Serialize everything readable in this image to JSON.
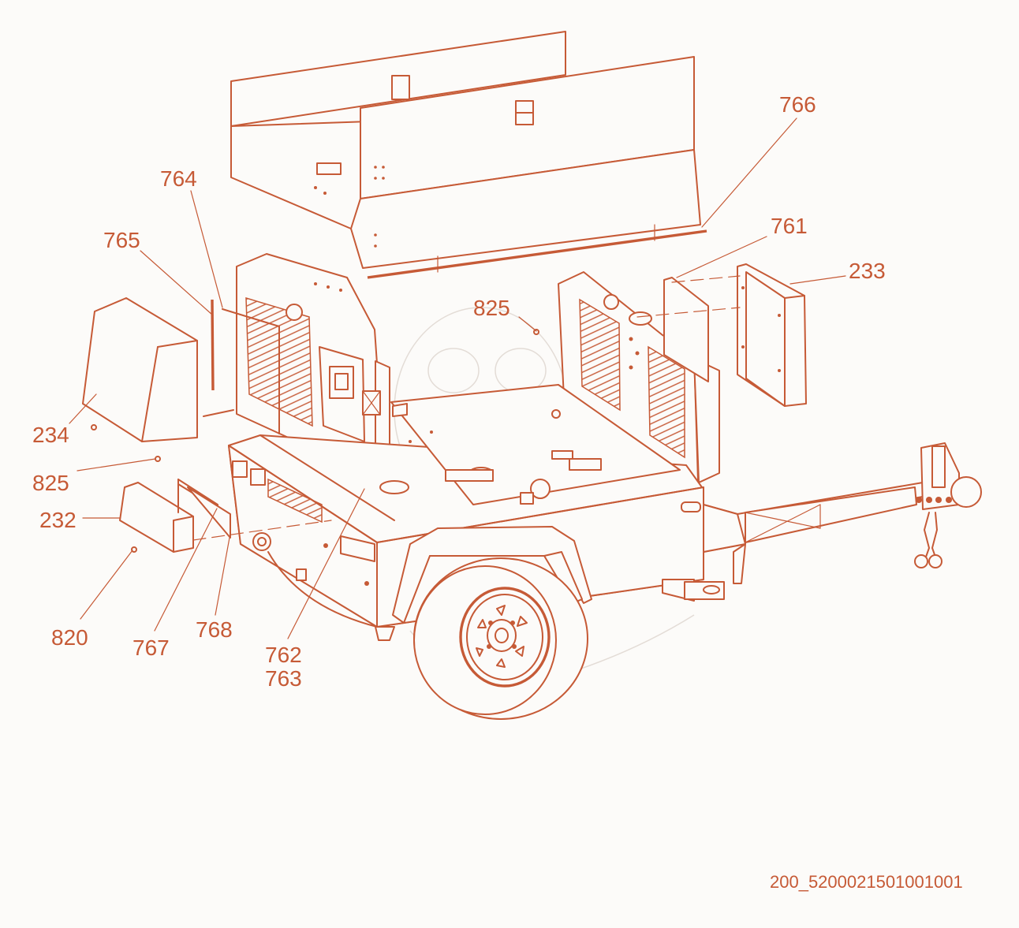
{
  "colors": {
    "line": "#c65a36",
    "background": "#fcfbf9"
  },
  "callouts": {
    "c766": "766",
    "c764": "764",
    "c765": "765",
    "c761": "761",
    "c233": "233",
    "c825_top": "825",
    "c234": "234",
    "c825_left": "825",
    "c232": "232",
    "c820": "820",
    "c767": "767",
    "c768": "768",
    "c762": "762",
    "c763": "763"
  },
  "drawing_number": "200_5200021501001001"
}
